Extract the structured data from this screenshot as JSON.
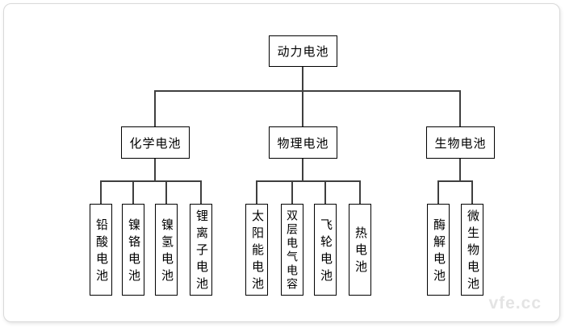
{
  "diagram": {
    "root": "动力电池",
    "branches": [
      {
        "label": "化学电池",
        "children": [
          "铅酸电池",
          "镍铬电池",
          "镍氢电池",
          "锂离子电池"
        ]
      },
      {
        "label": "物理电池",
        "children": [
          "太阳能电池",
          "双层电气电容",
          "飞轮电池",
          "热电池"
        ]
      },
      {
        "label": "生物电池",
        "children": [
          "酶解电池",
          "微生物电池"
        ]
      }
    ]
  },
  "watermark": "vfe.cc",
  "colors": {
    "connector": "#3f3f3f",
    "box_border": "#000000",
    "card_border": "#d9d9d9",
    "watermark": "#e4e4e4",
    "background": "#ffffff",
    "text": "#000000"
  }
}
